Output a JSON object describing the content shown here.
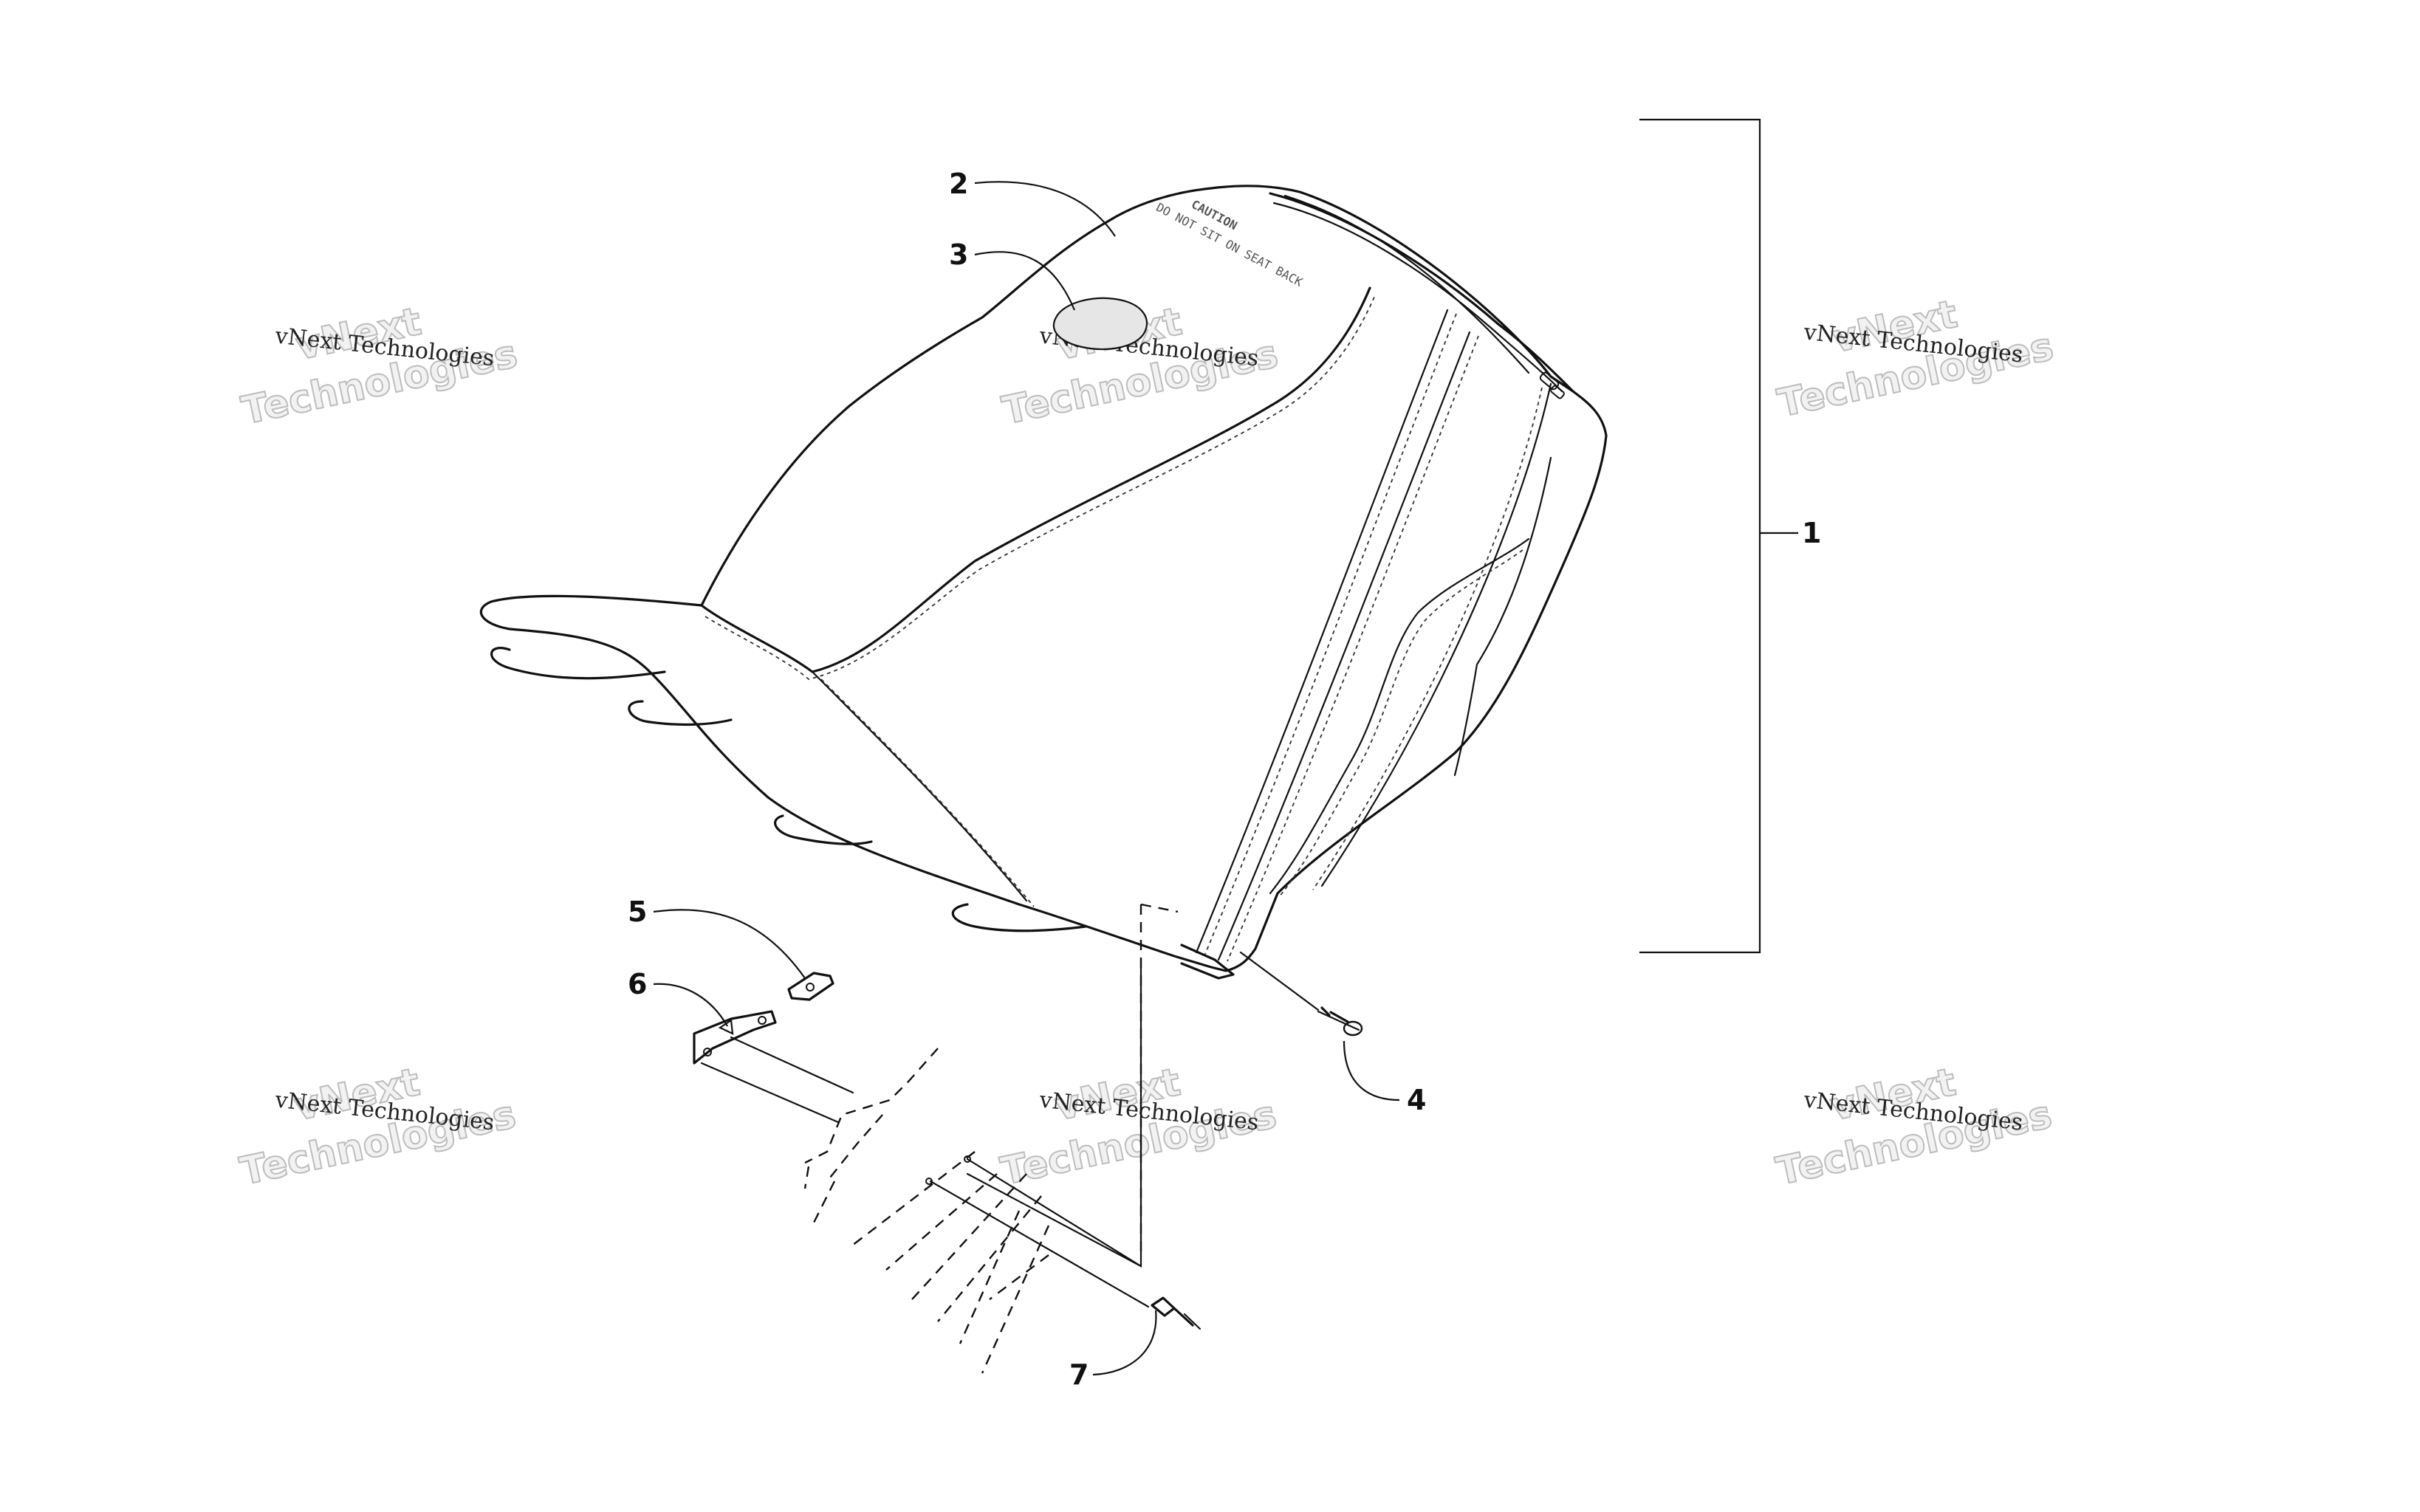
{
  "callouts": [
    {
      "id": "1",
      "label": "1"
    },
    {
      "id": "2",
      "label": "2"
    },
    {
      "id": "3",
      "label": "3"
    },
    {
      "id": "4",
      "label": "4"
    },
    {
      "id": "5",
      "label": "5"
    },
    {
      "id": "6",
      "label": "6"
    },
    {
      "id": "7",
      "label": "7"
    }
  ],
  "seat_label": {
    "line1": "CAUTION",
    "line2": "DO NOT SIT ON SEAT BACK"
  },
  "watermark": {
    "small": "vNext Technologies",
    "large_top": "vNext",
    "large_bottom": "Technologies"
  }
}
